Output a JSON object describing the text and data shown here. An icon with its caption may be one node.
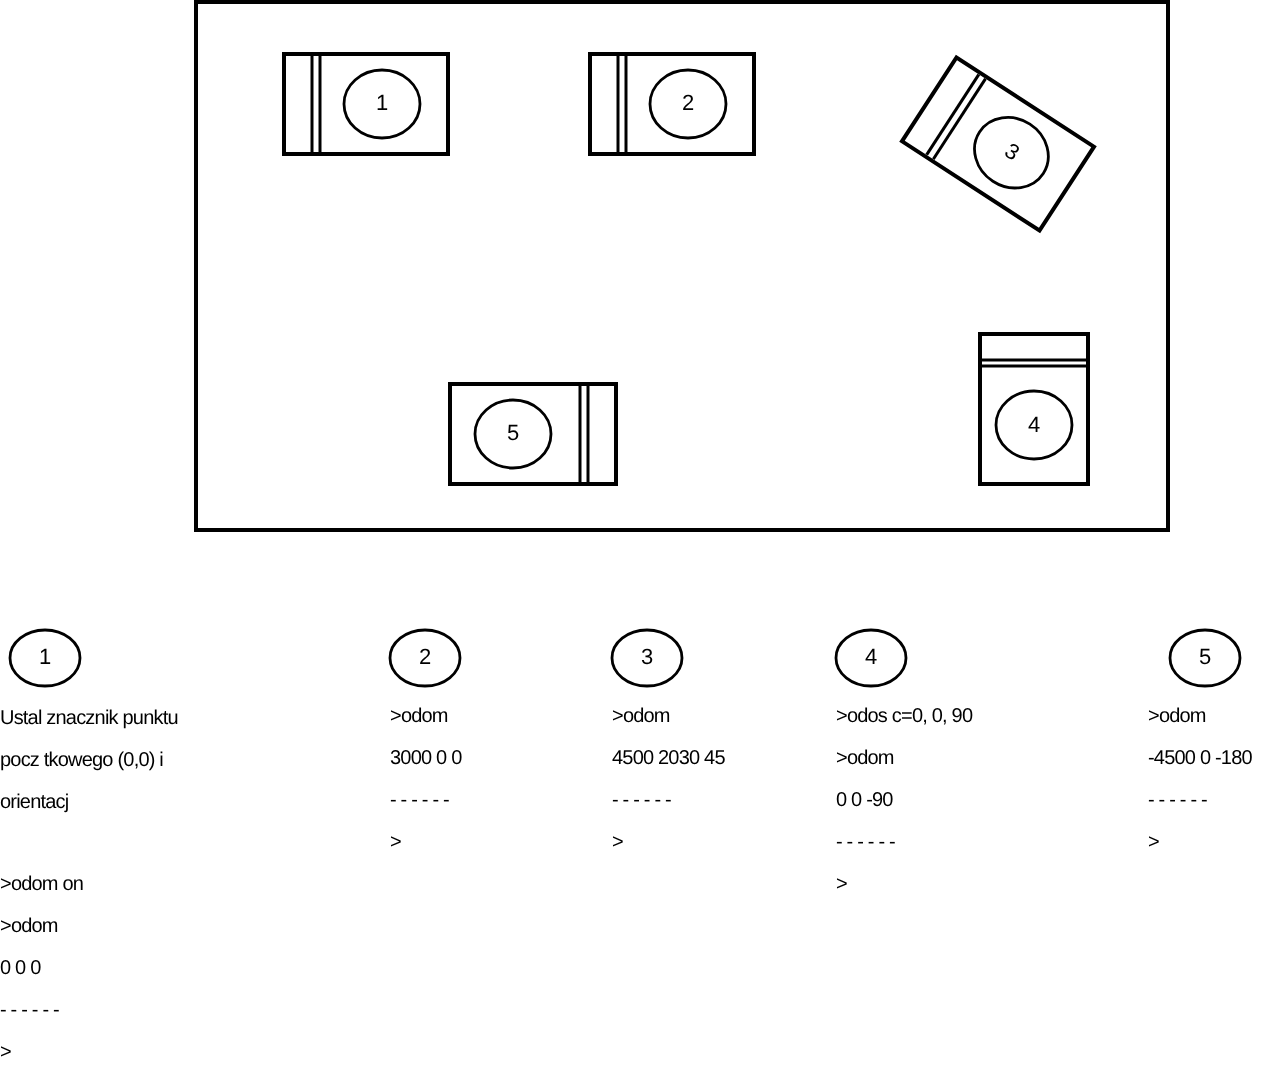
{
  "diagram": {
    "nodes": [
      {
        "text": [],
        "shape": "box"
      },
      {
        "text": [
          "1"
        ],
        "in": 0
      },
      {
        "text": [
          "2"
        ],
        "in": 0
      },
      {
        "text": [
          "3"
        ],
        "in": 0
      },
      {
        "text": [
          "4"
        ],
        "in": 0
      },
      {
        "text": [
          "5"
        ],
        "in": 0
      },
      {
        "text": [
          "1"
        ],
        "beside": [
          "Ustal znacznik punktu pocz tkowego (0,0) i orientacj",
          ">odom on",
          ">odom",
          "0 0 0",
          "- - - - - -",
          ">"
        ]
      },
      {
        "text": [
          "2"
        ],
        "beside": [
          ">odom",
          "3000 0 0",
          "- - - - - -",
          ">"
        ]
      },
      {
        "text": [
          "3"
        ],
        "beside": [
          ">odom",
          "4500 2030 45",
          "- - - - - -",
          ">"
        ]
      },
      {
        "text": [
          "4"
        ],
        "beside": [
          ">odos c=0, 0, 90",
          ">odom",
          "0 0 -90",
          "- - - - - -",
          ">"
        ]
      },
      {
        "text": [
          "5"
        ],
        "beside": [
          ">odom",
          "-4500 0 -180",
          "- - - - - -",
          ">"
        ]
      }
    ]
  }
}
